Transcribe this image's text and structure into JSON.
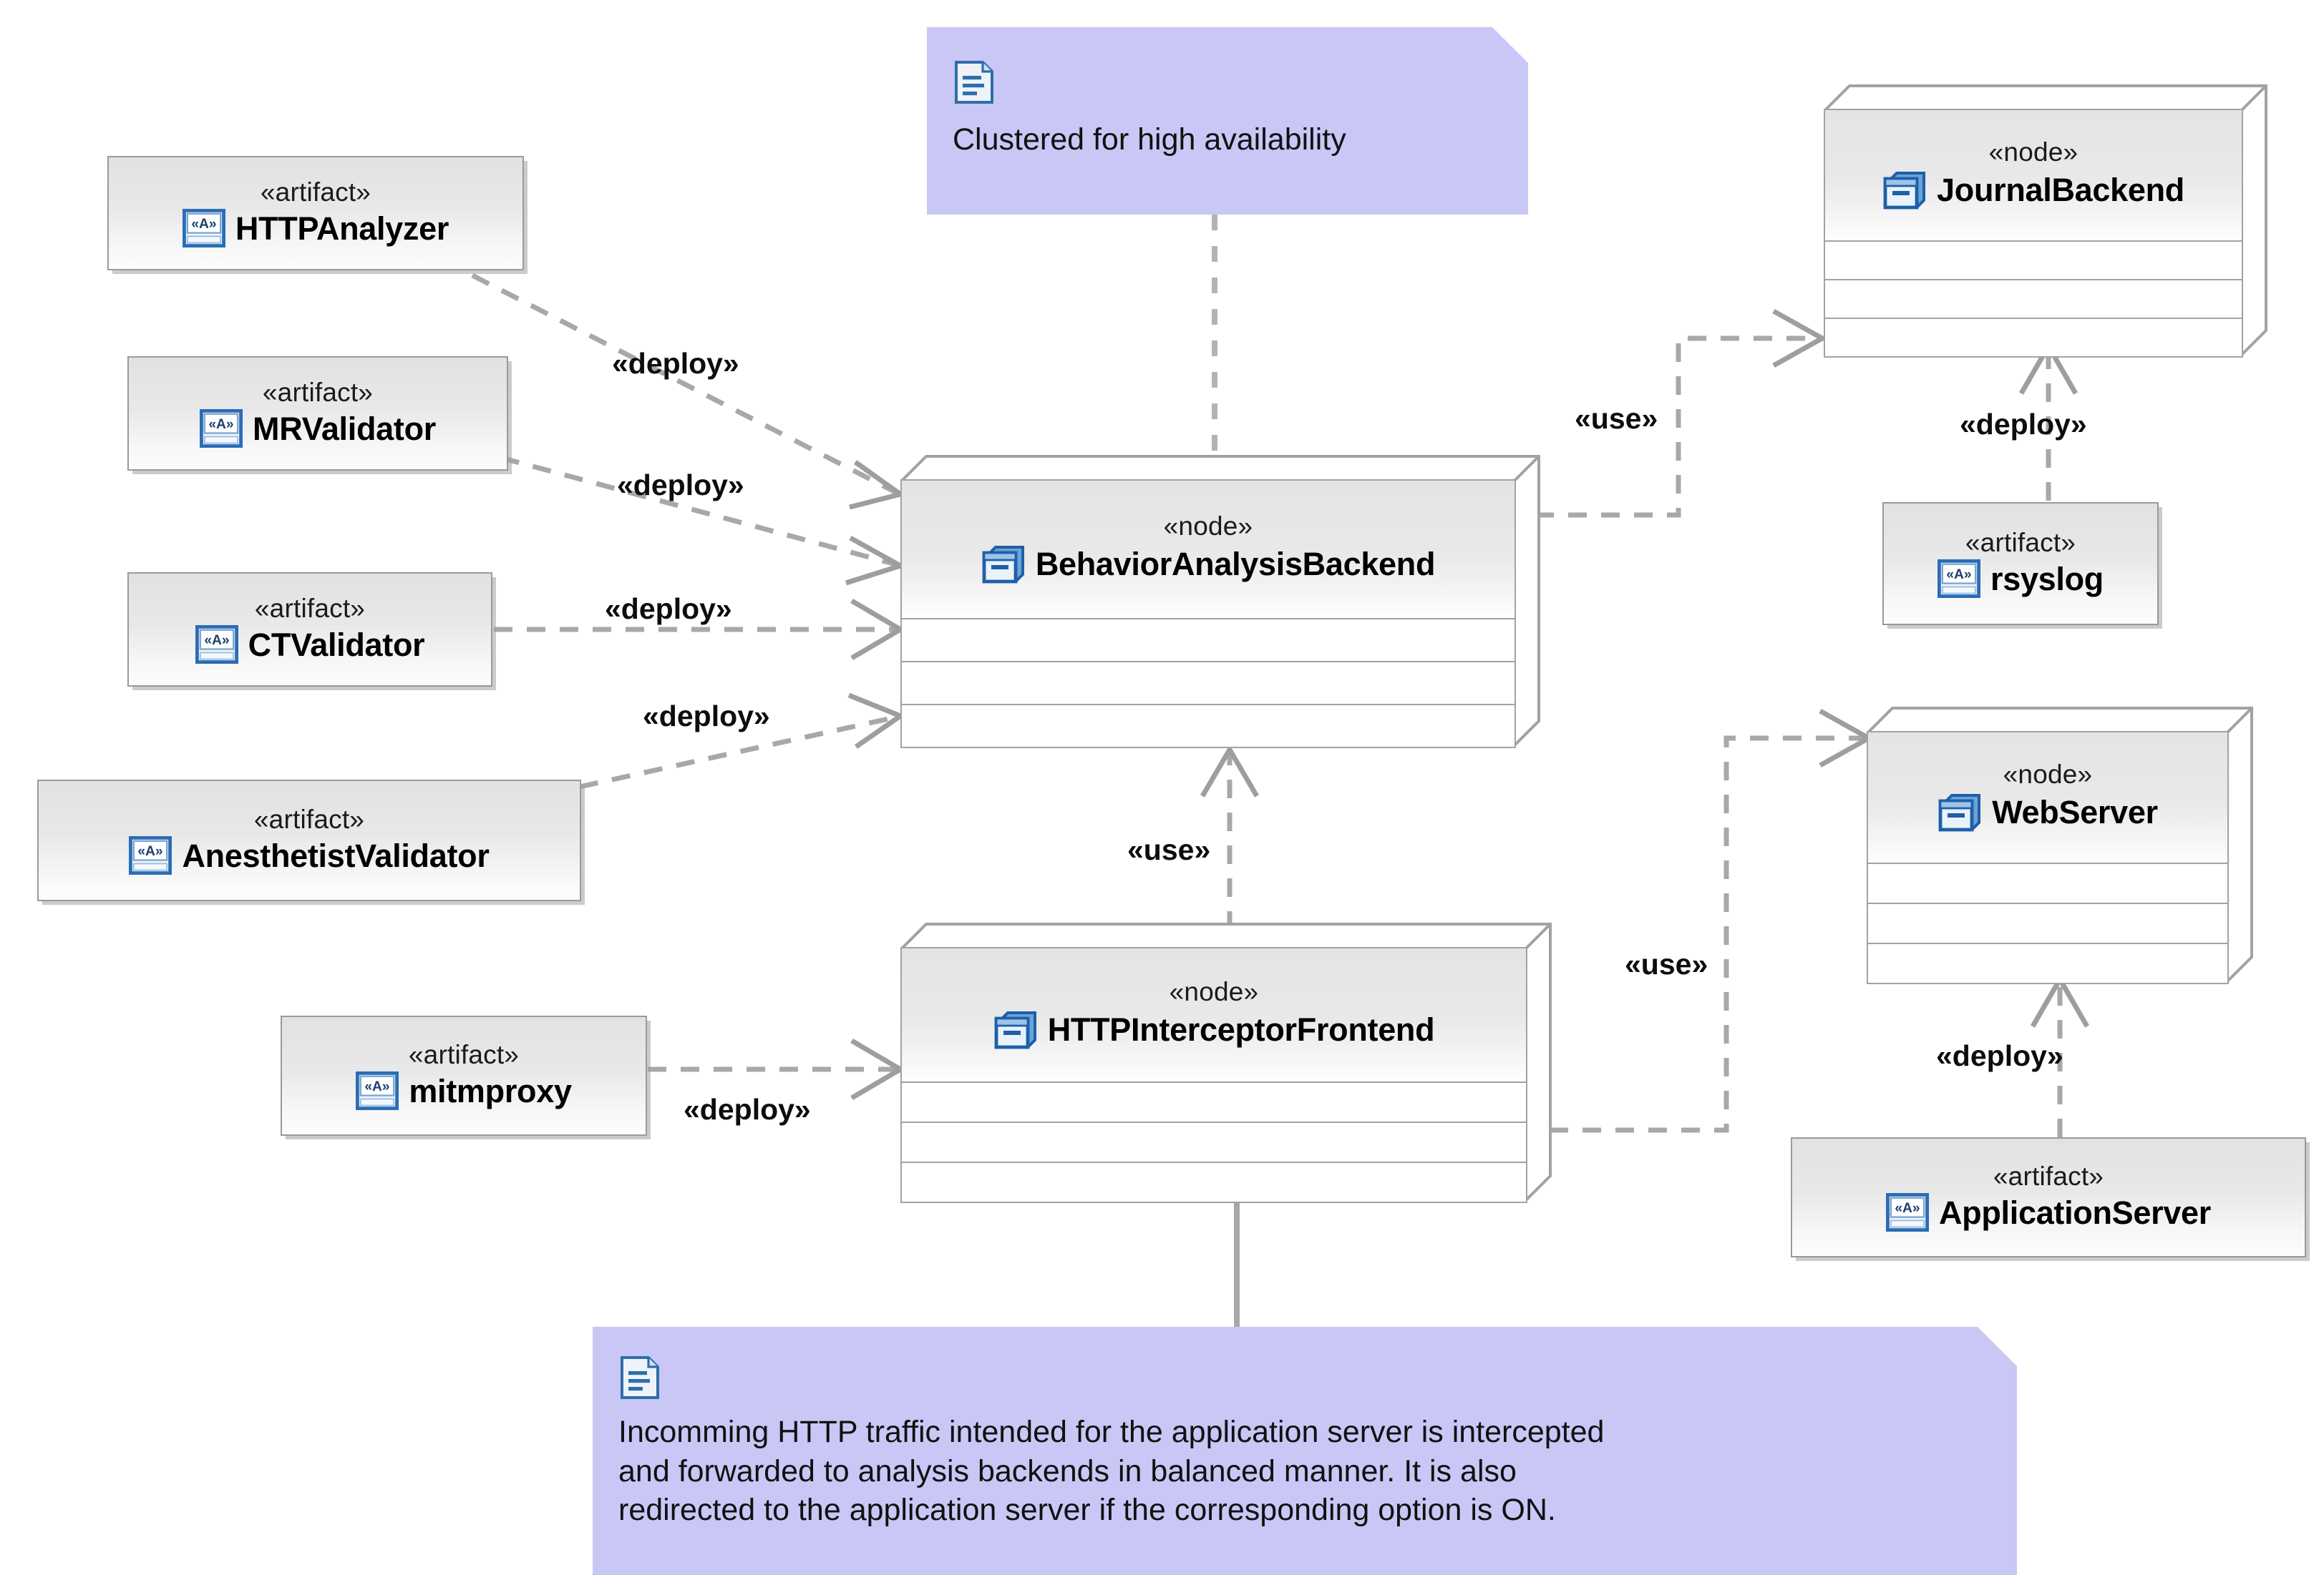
{
  "diagram": {
    "title": "UML Deployment Diagram",
    "type": "uml-deployment",
    "stereotype_artifact": "«artifact»",
    "stereotype_node": "«node»",
    "icons": {
      "artifact": "artifact-icon",
      "node": "node-icon",
      "note": "note-document-icon"
    },
    "colors": {
      "note_fill": "#c9c7f5",
      "note_border": "#c9c7f5",
      "box_border": "#9a9a9a",
      "node_border": "#a2a2a2",
      "connector": "#a8a8a8",
      "icon_blue": "#2a6db5",
      "text": "#000000"
    }
  },
  "artifacts": [
    {
      "id": "httpanalyzer",
      "stereotype": "«artifact»",
      "name": "HTTPAnalyzer"
    },
    {
      "id": "mrvalidator",
      "stereotype": "«artifact»",
      "name": "MRValidator"
    },
    {
      "id": "ctvalidator",
      "stereotype": "«artifact»",
      "name": "CTValidator"
    },
    {
      "id": "anesthetistvalidator",
      "stereotype": "«artifact»",
      "name": "AnesthetistValidator"
    },
    {
      "id": "mitmproxy",
      "stereotype": "«artifact»",
      "name": "mitmproxy"
    },
    {
      "id": "rsyslog",
      "stereotype": "«artifact»",
      "name": "rsyslog"
    },
    {
      "id": "applicationserver",
      "stereotype": "«artifact»",
      "name": "ApplicationServer"
    }
  ],
  "nodes": [
    {
      "id": "behavioranalysisbackend",
      "stereotype": "«node»",
      "name": "BehaviorAnalysisBackend",
      "compartments": 3
    },
    {
      "id": "journalbackend",
      "stereotype": "«node»",
      "name": "JournalBackend",
      "compartments": 3
    },
    {
      "id": "webserver",
      "stereotype": "«node»",
      "name": "WebServer",
      "compartments": 3
    },
    {
      "id": "httpinterceptorfrontend",
      "stereotype": "«node»",
      "name": "HTTPInterceptorFrontend",
      "compartments": 3
    }
  ],
  "notes": [
    {
      "id": "note-clustered",
      "text": "Clustered for high availability",
      "attached_to": "behavioranalysisbackend"
    },
    {
      "id": "note-intercept",
      "text": "Incomming HTTP traffic intended for the application server is intercepted\nand forwarded to analysis backends in balanced manner. It is also\nredirected to the application server if the corresponding option is ON.",
      "attached_to": "httpinterceptorfrontend"
    }
  ],
  "connectors": [
    {
      "id": "c1",
      "label": "«deploy»",
      "from": "httpanalyzer",
      "to": "behavioranalysisbackend",
      "style": "dashed-open-arrow"
    },
    {
      "id": "c2",
      "label": "«deploy»",
      "from": "mrvalidator",
      "to": "behavioranalysisbackend",
      "style": "dashed-open-arrow"
    },
    {
      "id": "c3",
      "label": "«deploy»",
      "from": "ctvalidator",
      "to": "behavioranalysisbackend",
      "style": "dashed-open-arrow"
    },
    {
      "id": "c4",
      "label": "«deploy»",
      "from": "anesthetistvalidator",
      "to": "behavioranalysisbackend",
      "style": "dashed-open-arrow"
    },
    {
      "id": "c5",
      "label": "«use»",
      "from": "behavioranalysisbackend",
      "to": "journalbackend",
      "style": "dashed-open-arrow"
    },
    {
      "id": "c6",
      "label": "«deploy»",
      "from": "rsyslog",
      "to": "journalbackend",
      "style": "dashed-open-arrow"
    },
    {
      "id": "c7",
      "label": "«use»",
      "from": "httpinterceptorfrontend",
      "to": "behavioranalysisbackend",
      "style": "dashed-open-arrow"
    },
    {
      "id": "c8",
      "label": "«use»",
      "from": "httpinterceptorfrontend",
      "to": "webserver",
      "style": "dashed-open-arrow"
    },
    {
      "id": "c9",
      "label": "«deploy»",
      "from": "applicationserver",
      "to": "webserver",
      "style": "dashed-open-arrow"
    },
    {
      "id": "c10",
      "label": "«deploy»",
      "from": "mitmproxy",
      "to": "httpinterceptorfrontend",
      "style": "dashed-open-arrow"
    }
  ],
  "labels": {
    "deploy_1": "«deploy»",
    "deploy_2": "«deploy»",
    "deploy_3": "«deploy»",
    "deploy_4": "«deploy»",
    "deploy_rsyslog": "«deploy»",
    "deploy_appserver": "«deploy»",
    "deploy_mitmproxy": "«deploy»",
    "use_journal": "«use»",
    "use_backend": "«use»",
    "use_webserver": "«use»"
  }
}
